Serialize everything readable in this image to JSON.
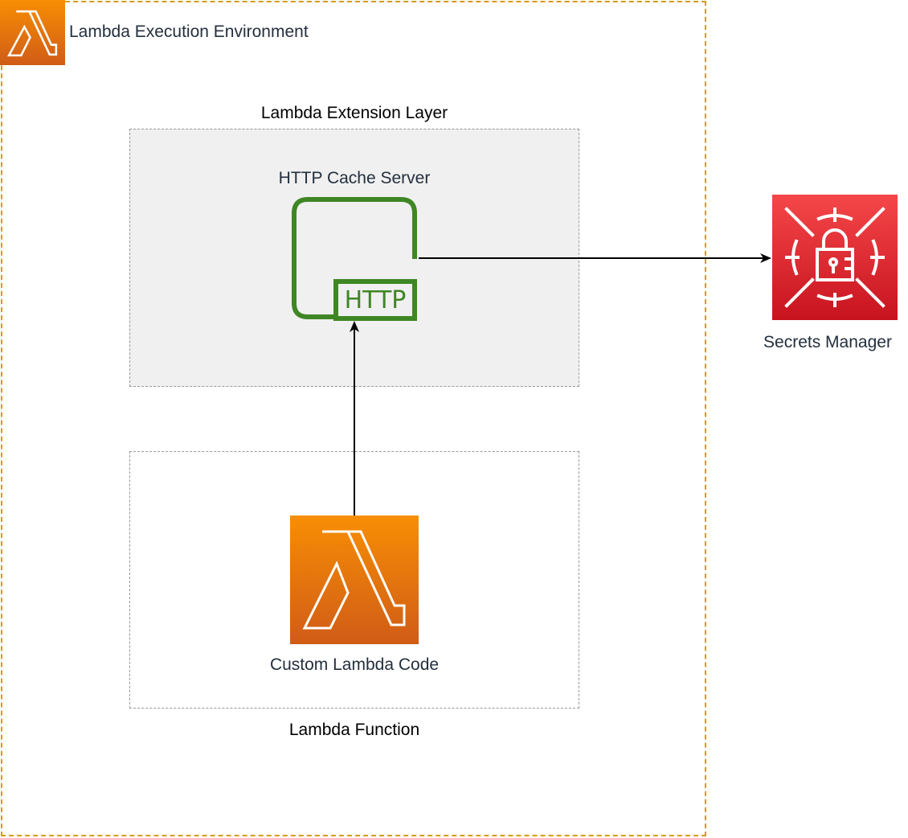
{
  "diagram": {
    "environment": {
      "label": "Lambda Execution Environment",
      "icon": "lambda-icon",
      "border_color": "#d79b00"
    },
    "extension_layer": {
      "label": "Lambda Extension Layer",
      "component": {
        "label": "HTTP Cache Server",
        "icon": "http-server-icon",
        "icon_text": "HTTP",
        "color": "#3f8624"
      }
    },
    "lambda_function": {
      "label": "Lambda Function",
      "component": {
        "label": "Custom Lambda Code",
        "icon": "lambda-icon"
      }
    },
    "external_service": {
      "label": "Secrets Manager",
      "icon": "secrets-manager-icon"
    },
    "edges": [
      {
        "from": "Custom Lambda Code",
        "to": "HTTP Cache Server"
      },
      {
        "from": "HTTP Cache Server",
        "to": "Secrets Manager"
      }
    ]
  }
}
